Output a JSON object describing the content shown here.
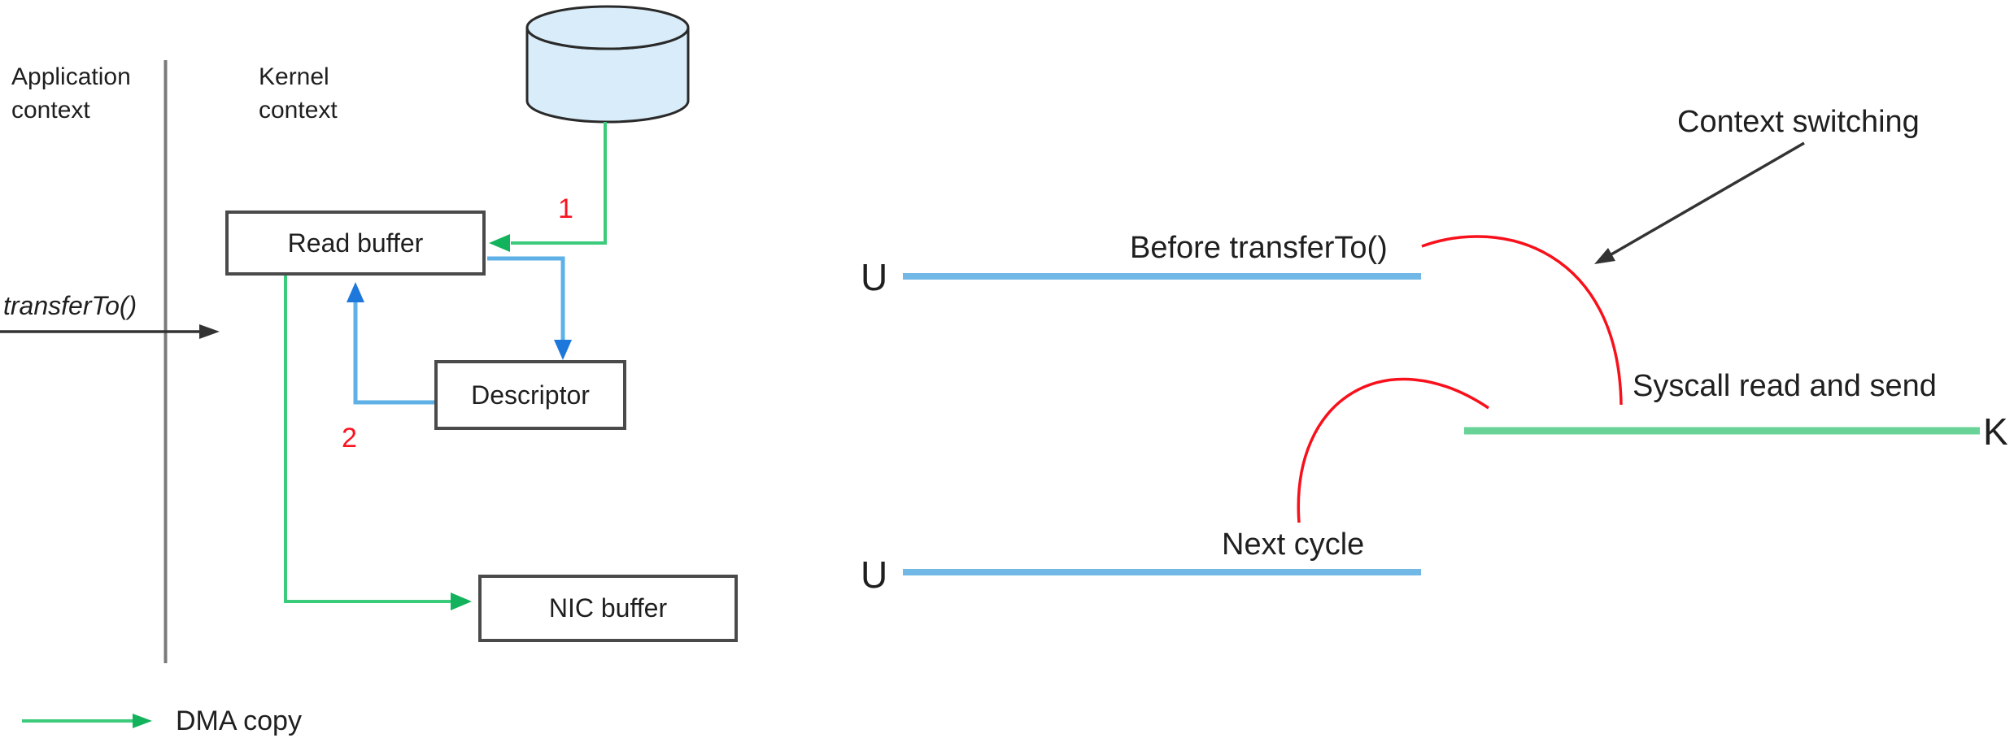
{
  "diagram": {
    "left": {
      "application_context": "Application\ncontext",
      "kernel_context": "Kernel\ncontext",
      "transfer_to": "transferTo()",
      "boxes": {
        "read_buffer": "Read buffer",
        "descriptor": "Descriptor",
        "nic_buffer": "NIC buffer"
      },
      "steps": {
        "one": "1",
        "two": "2"
      },
      "legend": {
        "dma_copy": "DMA copy"
      }
    },
    "right": {
      "context_switching": "Context switching",
      "before_prefix": "Before ",
      "before_func": "transferTo()",
      "syscall": "Syscall read and send",
      "next_cycle": "Next cycle",
      "user_label_1": "U",
      "user_label_2": "U",
      "kernel_label": "K"
    }
  },
  "colors": {
    "dma_green": "#3CCB7B",
    "dma_green_head": "#12B35C",
    "copy_blue": "#5FB0E6",
    "copy_blue_head": "#1E78DB",
    "timeline_blue": "#72B8E6",
    "timeline_green": "#69D397",
    "arc_red": "#F8101B",
    "step_red": "#FA1420",
    "box_border": "#4A4A4A",
    "divider_gray": "#7A7A7A",
    "cylinder_fill": "#D9ECF9",
    "outline_dark": "#2A2A2A",
    "arrow_black": "#333333",
    "text_color": "#1F1F1F"
  }
}
